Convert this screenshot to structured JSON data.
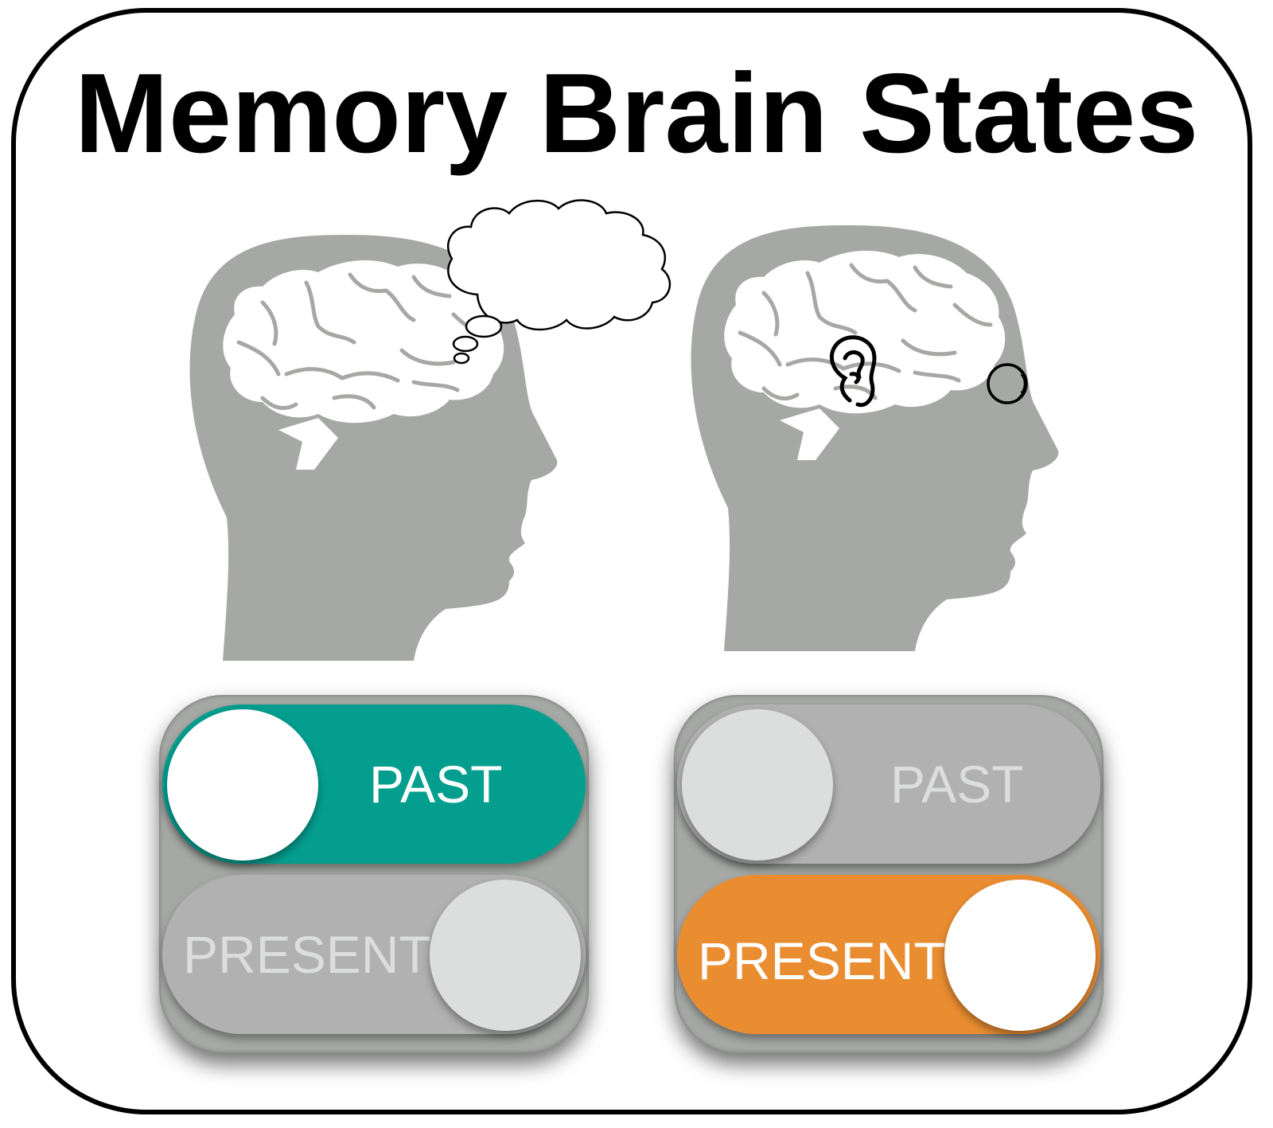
{
  "title": "Memory Brain States",
  "colors": {
    "head": "#a5a8a5",
    "brain": "#ffffff",
    "past_on": "#049e8f",
    "present_on": "#ea8d31",
    "toggle_off": "#b1b1b1",
    "knob_off": "#dcdddd"
  },
  "left_state": {
    "icon": "thought-bubble-icon",
    "past_label": "PAST",
    "present_label": "PRESENT",
    "past_on": true,
    "present_on": false
  },
  "right_state": {
    "icons": [
      "ear-icon",
      "eye-icon"
    ],
    "past_label": "PAST",
    "present_label": "PRESENT",
    "past_on": false,
    "present_on": true
  }
}
